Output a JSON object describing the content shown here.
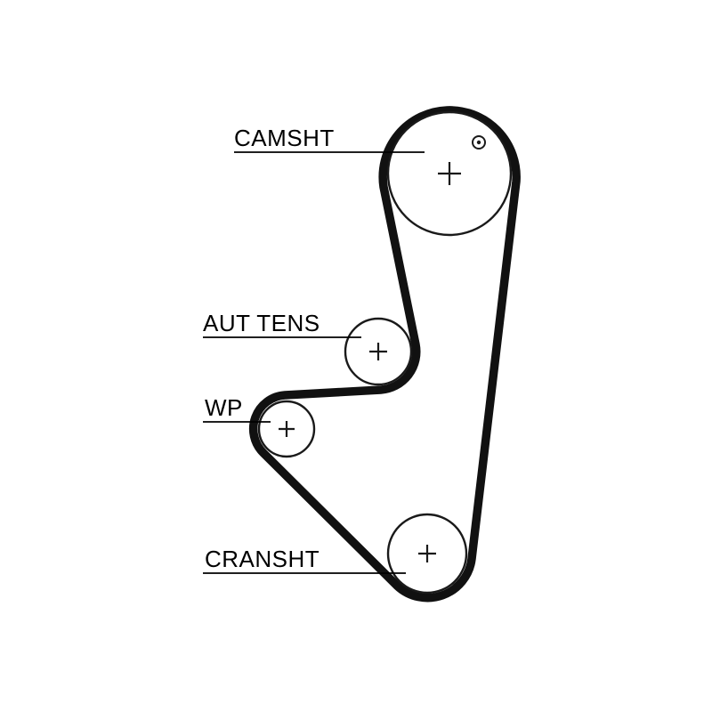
{
  "diagram": {
    "type": "timing-belt-routing-diagram",
    "background": "#ffffff",
    "belt_color": "#111111",
    "outline_color": "#1a1a1a",
    "label_color": "#000000",
    "pulleys": [
      {
        "id": "camshaft",
        "label": "CAMSHT",
        "markers": [
          "plus-marker",
          "timing-dot-marker"
        ]
      },
      {
        "id": "auto-tensioner",
        "label": "AUT TENS",
        "markers": [
          "plus-marker"
        ]
      },
      {
        "id": "water-pump",
        "label": "WP",
        "markers": [
          "plus-marker"
        ]
      },
      {
        "id": "crankshaft",
        "label": "CRANSHT",
        "markers": [
          "plus-marker"
        ]
      }
    ]
  }
}
